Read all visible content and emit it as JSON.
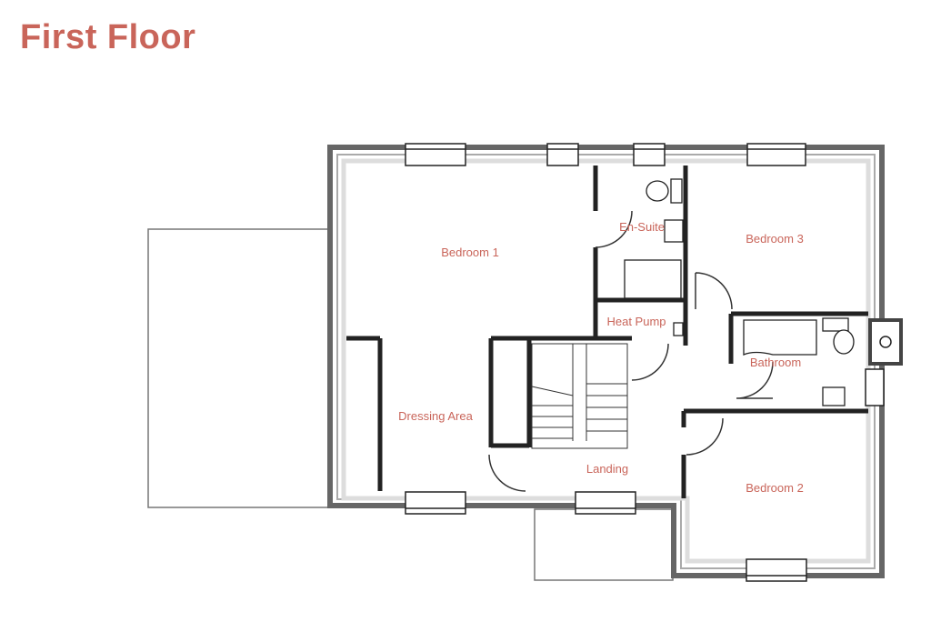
{
  "page": {
    "title": "First Floor"
  },
  "colors": {
    "title": "#c9655a",
    "room_label": "#c9655a",
    "wall_outer": "#555555",
    "wall_fill": "#9a9a9a",
    "wall_inner": "#d8d8d8",
    "lines": "#222222"
  },
  "rooms": {
    "bedroom1": {
      "label": "Bedroom 1"
    },
    "ensuite": {
      "label": "En-Suite"
    },
    "bedroom3": {
      "label": "Bedroom 3"
    },
    "heat_pump": {
      "label": "Heat Pump"
    },
    "bathroom": {
      "label": "Bathroom"
    },
    "dressing_area": {
      "label": "Dressing Area"
    },
    "landing": {
      "label": "Landing"
    },
    "bedroom2": {
      "label": "Bedroom 2"
    }
  }
}
